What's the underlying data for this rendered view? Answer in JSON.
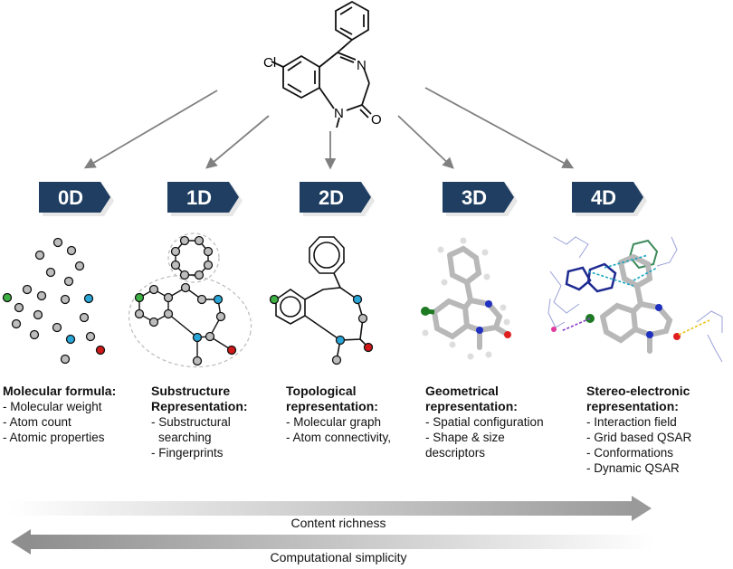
{
  "molecule": {
    "cl_label": "Cl",
    "n_top_label": "N",
    "n_bottom_label": "N",
    "o_label": "O"
  },
  "stages": [
    {
      "badge": "0D",
      "title_lines": [
        "Molecular formula:"
      ],
      "items": [
        "- Molecular weight",
        "- Atom count",
        "- Atomic properties"
      ]
    },
    {
      "badge": "1D",
      "title_lines": [
        "Substructure",
        "Representation:"
      ],
      "items": [
        "- Substructural",
        "searching",
        "- Fingerprints"
      ]
    },
    {
      "badge": "2D",
      "title_lines": [
        "Topological",
        "representation:"
      ],
      "items": [
        "- Molecular graph",
        "- Atom connectivity,"
      ]
    },
    {
      "badge": "3D",
      "title_lines": [
        "Geometrical",
        "representation:"
      ],
      "items": [
        "- Spatial configuration",
        "- Shape & size",
        "descriptors"
      ]
    },
    {
      "badge": "4D",
      "title_lines": [
        "Stereo-electronic",
        "representation:"
      ],
      "items": [
        "- Interaction field",
        "- Grid based QSAR",
        "- Conformations",
        "- Dynamic QSAR"
      ]
    }
  ],
  "bottom": {
    "richness": "Content richness",
    "simplicity": "Computational simplicity"
  },
  "colors": {
    "badge": "#1f3e62",
    "arrow": "#808080",
    "atom_gray": "#bdbdbd",
    "atom_green": "#3cb043",
    "atom_blue": "#2aa6d8",
    "atom_red": "#d01818"
  }
}
